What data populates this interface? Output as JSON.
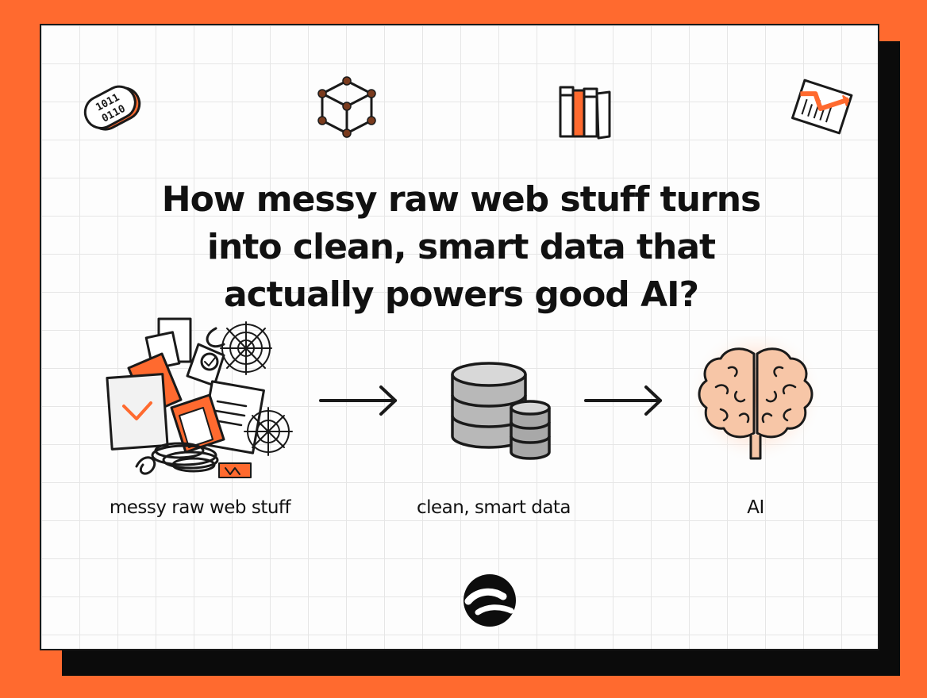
{
  "title": {
    "line1": "How messy raw web stuff turns",
    "line2": "into clean, smart data that",
    "line3": "actually powers good AI?"
  },
  "flow": {
    "step1_label": "messy raw web stuff",
    "step2_label": "clean, smart data",
    "step3_label": "AI"
  },
  "decor_icons": [
    "binary-icon",
    "cube-icon",
    "books-icon",
    "trend-chart-icon"
  ],
  "binary_text": {
    "row1": "1011",
    "row2": "0110"
  },
  "colors": {
    "accent": "#ff6a2f",
    "ink": "#111111",
    "shadow": "#0b0b0b",
    "card": "#fdfdfd",
    "grid": "#e6e6e6"
  }
}
